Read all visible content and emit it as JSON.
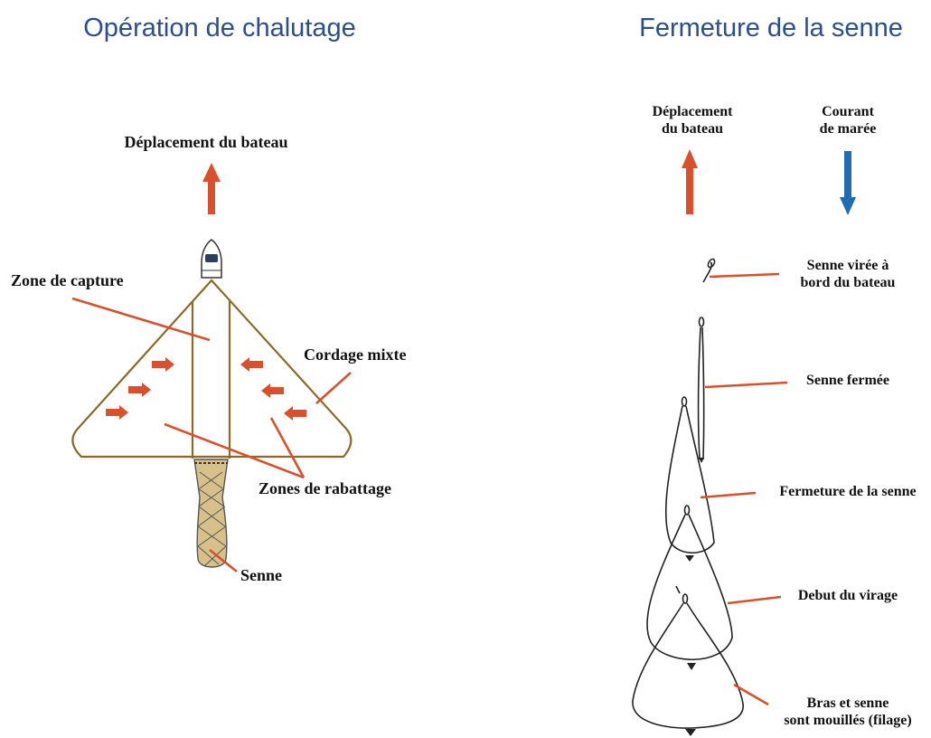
{
  "left": {
    "title": "Opération de chalutage",
    "boat_direction": "Déplacement du bateau",
    "capture_zone": "Zone de capture",
    "mixed_rope": "Cordage mixte",
    "herding_zones": "Zones de rabattage",
    "seine": "Senne"
  },
  "right": {
    "title": "Fermeture de la senne",
    "boat_direction": [
      "Déplacement",
      "du bateau"
    ],
    "tidal_current": [
      "Courant",
      "de marée"
    ],
    "stages": [
      {
        "label": [
          "Senne virée à",
          "bord du bateau"
        ]
      },
      {
        "label": [
          "Senne fermée"
        ]
      },
      {
        "label": [
          "Fermeture de la senne"
        ]
      },
      {
        "label": [
          "Debut du virage"
        ]
      },
      {
        "label": [
          "Bras et senne",
          "sont mouillés (filage)"
        ]
      }
    ]
  },
  "colors": {
    "title": "#2b4e8c",
    "arrow_red": "#d9502c",
    "arrow_blue": "#1f6cb4",
    "rope": "#8a6a2a",
    "net_fill": "#d8c08a"
  }
}
